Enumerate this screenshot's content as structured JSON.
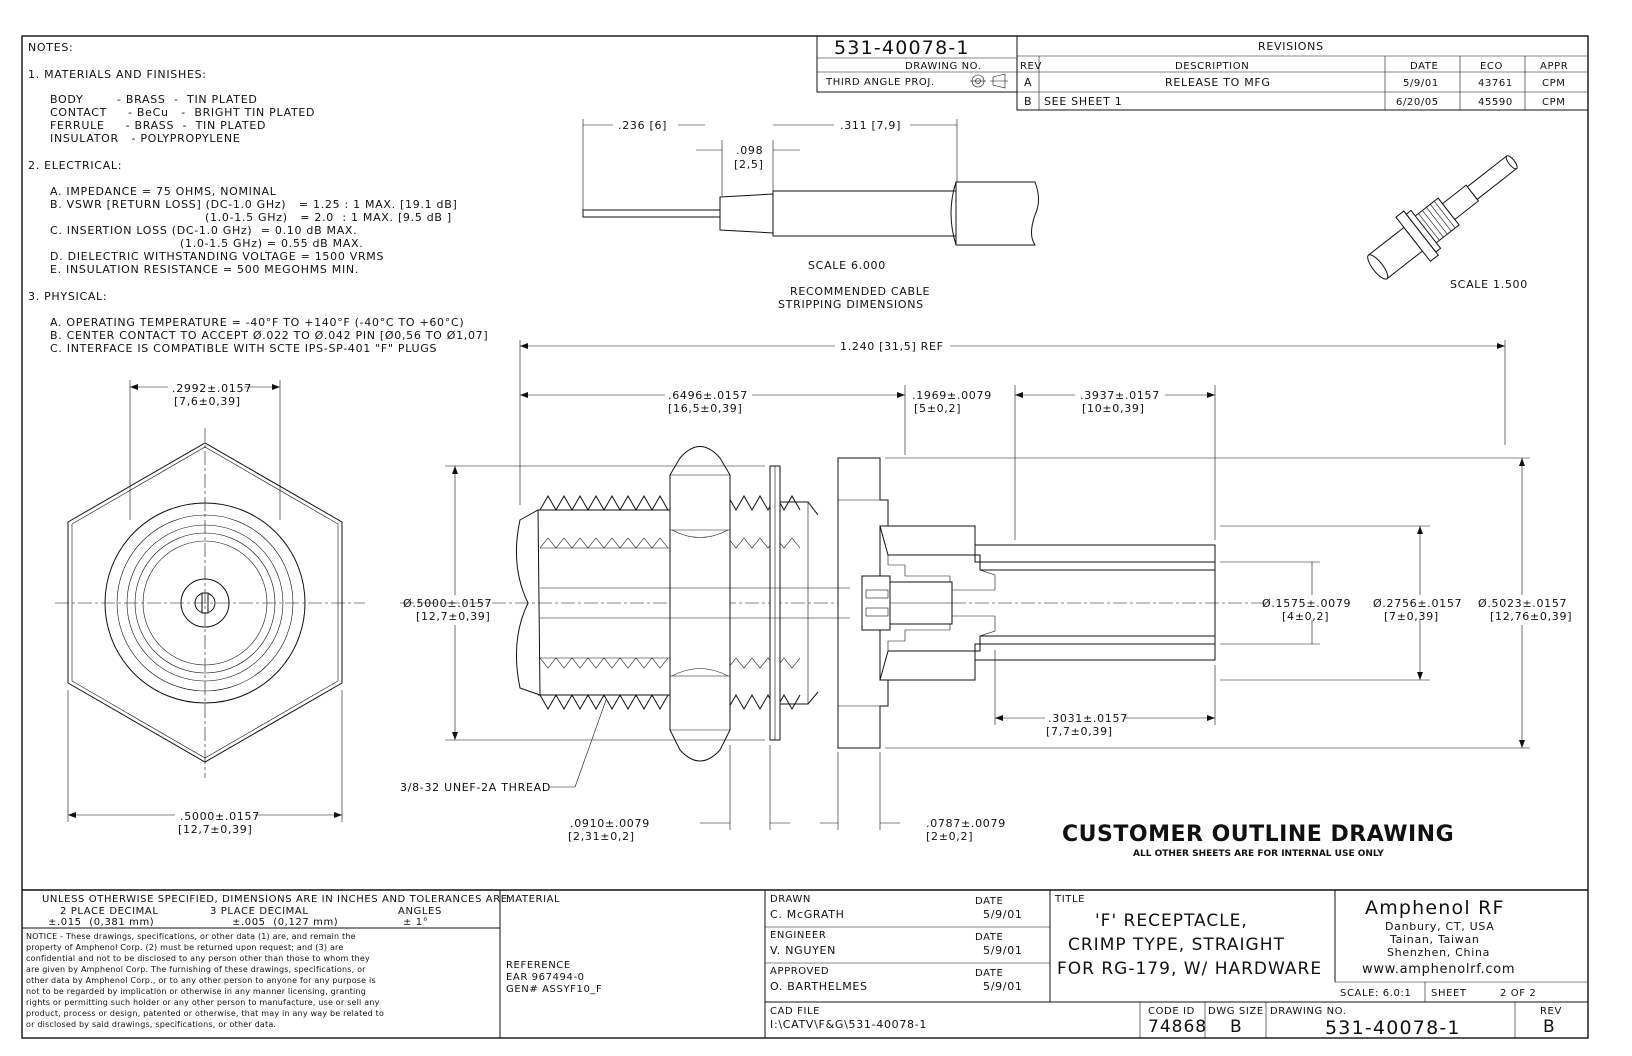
{
  "notes": {
    "heading": "NOTES:",
    "lines": [
      "1. MATERIALS AND FINISHES:",
      "BODY        - BRASS  -  TIN PLATED",
      "CONTACT     - BeCu   -  BRIGHT TIN PLATED",
      "FERRULE     - BRASS  -  TIN PLATED",
      "INSULATOR   - POLYPROPYLENE",
      "2. ELECTRICAL:",
      "A. IMPEDANCE = 75 OHMS, NOMINAL",
      "B. VSWR [RETURN LOSS] (DC-1.0 GHz)   = 1.25 : 1 MAX. [19.1 dB]",
      "(1.0-1.5 GHz)   = 2.0  : 1 MAX. [9.5 dB ]",
      "C. INSERTION LOSS (DC-1.0 GHz)  = 0.10 dB MAX.",
      "(1.0-1.5 GHz) = 0.55 dB MAX.",
      "D. DIELECTRIC WITHSTANDING VOLTAGE = 1500 VRMS",
      "E. INSULATION RESISTANCE = 500 MEGOHMS MIN.",
      "3. PHYSICAL:",
      "A. OPERATING TEMPERATURE = -40°F TO +140°F (-40°C TO +60°C)",
      "B. CENTER CONTACT TO ACCEPT Ø.022 TO Ø.042 PIN [Ø0,56 TO Ø1,07]",
      "C. INTERFACE IS COMPATIBLE WITH SCTE IPS-SP-401 \"F\" PLUGS"
    ]
  },
  "header": {
    "drawing_number": "531-40078-1",
    "drawing_no_label": "DRAWING NO.",
    "projection_label": "THIRD ANGLE PROJ."
  },
  "revisions": {
    "title": "REVISIONS",
    "columns": [
      "REV",
      "DESCRIPTION",
      "DATE",
      "ECO",
      "APPR"
    ],
    "rows": [
      {
        "rev": "A",
        "description": "RELEASE TO MFG",
        "date": "5/9/01",
        "eco": "43761",
        "appr": "CPM"
      },
      {
        "rev": "B",
        "description": "SEE SHEET 1",
        "date": "6/20/05",
        "eco": "45590",
        "appr": "CPM"
      }
    ]
  },
  "cable_detail": {
    "dim1": ".236 [6]",
    "dim2": ".098",
    "dim2b": "[2,5]",
    "dim3": ".311 [7,9]",
    "scale": "SCALE  6.000",
    "caption1": "RECOMMENDED CABLE",
    "caption2": "STRIPPING DIMENSIONS"
  },
  "iso_view": {
    "scale": "SCALE  1.500"
  },
  "end_view": {
    "dim_top": ".2992±.0157",
    "dim_top_mm": "[7,6±0,39]",
    "dim_bottom": ".5000±.0157",
    "dim_bottom_mm": "[12,7±0,39]"
  },
  "section_view": {
    "overall": "1.240 [31,5] REF",
    "d1": ".6496±.0157",
    "d1mm": "[16,5±0,39]",
    "d2": ".1969±.0079",
    "d2mm": "[5±0,2]",
    "d3": ".3937±.0157",
    "d3mm": "[10±0,39]",
    "dia_left": "Ø.5000±.0157",
    "dia_left_mm": "[12,7±0,39]",
    "dia1": "Ø.1575±.0079",
    "dia1mm": "[4±0,2]",
    "dia2": "Ø.2756±.0157",
    "dia2mm": "[7±0,39]",
    "dia3": "Ø.5023±.0157",
    "dia3mm": "[12,76±0,39]",
    "d4": ".3031±.0157",
    "d4mm": "[7,7±0,39]",
    "thread": "3/8-32 UNEF-2A THREAD",
    "d5": ".0910±.0079",
    "d5mm": "[2,31±0,2]",
    "d6": ".0787±.0079",
    "d6mm": "[2±0,2]"
  },
  "stamp": {
    "title": "CUSTOMER OUTLINE DRAWING",
    "subtitle": "ALL OTHER SHEETS ARE FOR INTERNAL USE ONLY"
  },
  "title_block": {
    "tolerance_line1": "UNLESS OTHERWISE SPECIFIED, DIMENSIONS ARE IN INCHES AND TOLERANCES ARE:",
    "tol_2place_label": "2 PLACE DECIMAL",
    "tol_3place_label": "3 PLACE DECIMAL",
    "tol_angles_label": "ANGLES",
    "tol_2place": "±.015  (0,381 mm)",
    "tol_3place": "±.005  (0,127 mm)",
    "tol_angles": "± 1°",
    "notice": [
      "NOTICE - These drawings, specifications, or other data (1) are, and remain the",
      "property of Amphenol Corp. (2) must be returned upon request; and (3) are",
      "confidential and not to be disclosed to any person other than those to whom they",
      "are given by Amphenol Corp.  The furnishing of these drawings, specifications, or",
      "other data by Amphenol Corp., or to any other person to anyone for any purpose is",
      "not to be regarded by implication or otherwise in any manner licensing, granting",
      "rights or permitting such holder or any other person to manufacture, use or sell any",
      "product, process or design, patented or otherwise, that may in any way be related to",
      "or disclosed by said drawings, specifications, or other data."
    ],
    "material_label": "MATERIAL",
    "reference_label": "REFERENCE",
    "reference_1": "EAR 967494-0",
    "reference_2": "GEN# ASSYF10_F",
    "drawn_label": "DRAWN",
    "drawn_by": "C. McGRATH",
    "engineer_label": "ENGINEER",
    "engineer": "V. NGUYEN",
    "approved_label": "APPROVED",
    "approved_by": "O. BARTHELMES",
    "date_label": "DATE",
    "date_value": "5/9/01",
    "cad_label": "CAD FILE",
    "cad_file": "I:\\CATV\\F&G\\531-40078-1",
    "title_label": "TITLE",
    "title_1": "'F' RECEPTACLE,",
    "title_2": "CRIMP TYPE, STRAIGHT",
    "title_3": "FOR RG-179, W/ HARDWARE",
    "company": "Amphenol RF",
    "city_1": "Danbury, CT, USA",
    "city_2": "Tainan, Taiwan",
    "city_3": "Shenzhen, China",
    "website": "www.amphenolrf.com",
    "scale": "SCALE: 6.0:1",
    "sheet_label": "SHEET",
    "sheet": "2 OF 2",
    "code_id_label": "CODE ID",
    "code_id": "74868",
    "dwg_size_label": "DWG SIZE",
    "dwg_size": "B",
    "drawing_no_label": "DRAWING NO.",
    "drawing_no": "531-40078-1",
    "rev_label": "REV",
    "rev": "B"
  }
}
